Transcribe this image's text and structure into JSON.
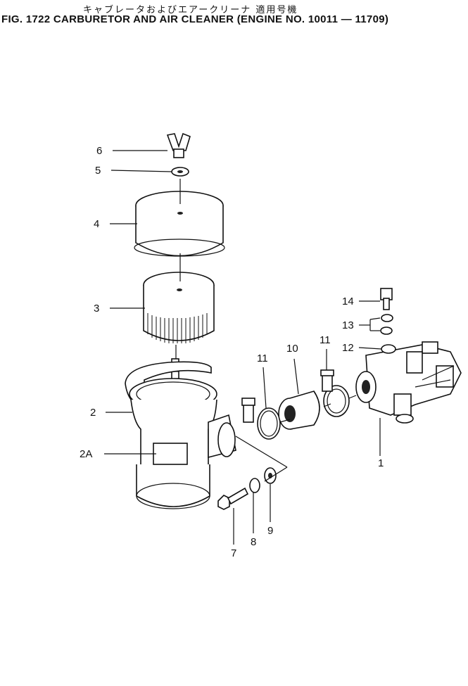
{
  "header": {
    "subtitle": "キャブレータおよびエアークリーナ 適用号機",
    "title": "FIG. 1722 CARBURETOR AND AIR CLEANER (ENGINE NO. 10011 — 11709)"
  },
  "callouts": [
    "1",
    "2",
    "2A",
    "3",
    "4",
    "5",
    "6",
    "7",
    "8",
    "9",
    "10",
    "11",
    "11",
    "12",
    "13",
    "14"
  ]
}
